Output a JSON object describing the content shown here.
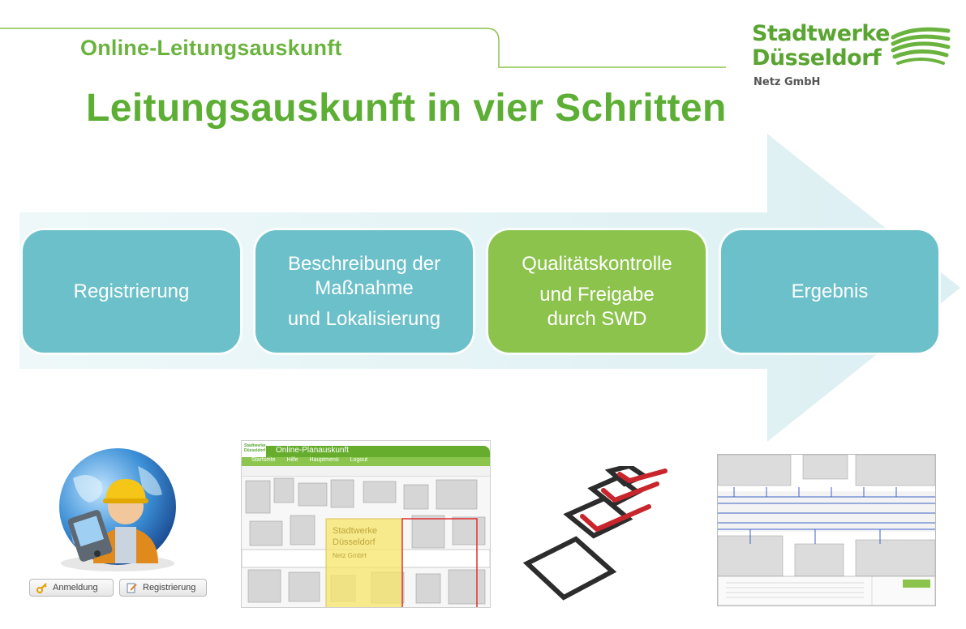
{
  "header": {
    "section_title": "Online-Leitungsauskunft",
    "main_title": "Leitungsauskunft in vier Schritten"
  },
  "logo": {
    "line1": "Stadtwerke",
    "line2": "Düsseldorf",
    "sub": "Netz GmbH"
  },
  "steps": [
    {
      "line1": "Registrierung",
      "line2": ""
    },
    {
      "line1": "Beschreibung der Maßnahme",
      "line2": "und Lokalisierung"
    },
    {
      "line1": "Qualitätskontrolle",
      "line2": "und Freigabe durch SWD"
    },
    {
      "line1": "Ergebnis",
      "line2": ""
    }
  ],
  "login_panel": {
    "login_label": "Anmeldung",
    "register_label": "Registrierung"
  },
  "map_screenshot": {
    "logo_line1": "Stadtwerke",
    "logo_line2": "Düsseldorf",
    "title": "Online-Planauskunft",
    "nav": [
      "Startseite",
      "Hilfe",
      "Hauptmenü",
      "Logout"
    ]
  },
  "colors": {
    "brand_green": "#5cae34",
    "step_teal": "#6cc0c9",
    "step_green": "#8cc34d",
    "arrow_fill": "#e4f3f5"
  }
}
